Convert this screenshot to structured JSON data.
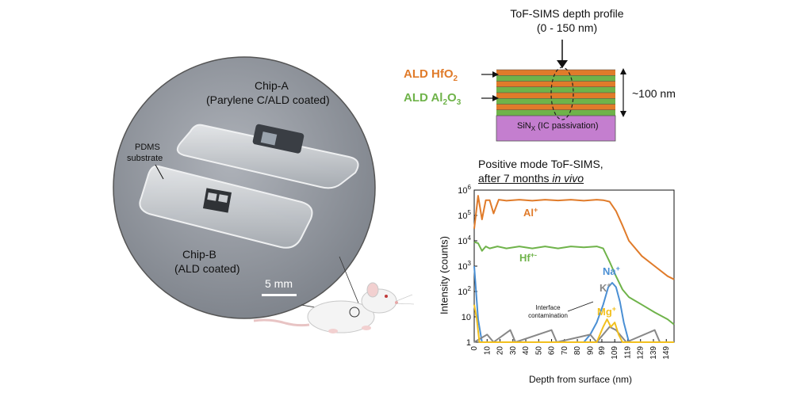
{
  "left_panel": {
    "chip_a_title": "Chip-A",
    "chip_a_sub": "(Parylene C/ALD coated)",
    "pdms_line1": "PDMS",
    "pdms_line2": "substrate",
    "chip_b_title": "Chip-B",
    "chip_b_sub": "(ALD coated)",
    "scale_label": "5 mm"
  },
  "stack": {
    "title_line1": "ToF-SIMS depth profile",
    "title_line2": "(0 - 150 nm)",
    "hfo2_label": "ALD HfO",
    "hfo2_sub": "2",
    "al2o3_label": "ALD Al",
    "al2o3_sub1": "2",
    "al2o3_mid": "O",
    "al2o3_sub2": "3",
    "thickness_label": "~100 nm",
    "sinx_main": "SiN",
    "sinx_sub": "X",
    "sinx_rest": " (IC passivation)",
    "colors": {
      "orange": "#e07b2a",
      "green": "#6fb34a",
      "purple": "#c47ecf"
    }
  },
  "chart_data": {
    "type": "line",
    "title_line1": "Positive mode ToF-SIMS,",
    "title_line2_a": "after 7 months ",
    "title_line2_b": "in vivo",
    "xlabel": "Depth from surface (nm)",
    "ylabel": "Intensity (counts)",
    "log_y": true,
    "xlim": [
      0,
      155
    ],
    "ylim": [
      1,
      1000000
    ],
    "x_ticks": [
      "0",
      "10",
      "20",
      "30",
      "40",
      "50",
      "60",
      "70",
      "80",
      "90",
      "99",
      "109",
      "119",
      "129",
      "139",
      "149"
    ],
    "y_ticks": [
      {
        "v": 1,
        "label": "1"
      },
      {
        "v": 10,
        "label": "10"
      },
      {
        "v": 100,
        "label": "10",
        "sup": "2"
      },
      {
        "v": 1000,
        "label": "10",
        "sup": "3"
      },
      {
        "v": 10000,
        "label": "10",
        "sup": "4"
      },
      {
        "v": 100000,
        "label": "10",
        "sup": "5"
      },
      {
        "v": 1000000,
        "label": "10",
        "sup": "6"
      }
    ],
    "series": [
      {
        "name": "Al",
        "sup": "+",
        "color": "#e07b2a",
        "points": [
          [
            0,
            30000
          ],
          [
            3,
            600000
          ],
          [
            6,
            70000
          ],
          [
            9,
            400000
          ],
          [
            12,
            400000
          ],
          [
            15,
            120000
          ],
          [
            19,
            420000
          ],
          [
            25,
            380000
          ],
          [
            35,
            420000
          ],
          [
            45,
            380000
          ],
          [
            55,
            420000
          ],
          [
            65,
            390000
          ],
          [
            75,
            420000
          ],
          [
            85,
            380000
          ],
          [
            95,
            420000
          ],
          [
            100,
            400000
          ],
          [
            105,
            350000
          ],
          [
            110,
            150000
          ],
          [
            115,
            40000
          ],
          [
            120,
            10000
          ],
          [
            130,
            2500
          ],
          [
            140,
            1000
          ],
          [
            150,
            400
          ],
          [
            155,
            300
          ]
        ]
      },
      {
        "name": "Hf",
        "sup": "+-",
        "color": "#6fb34a",
        "points": [
          [
            0,
            9000
          ],
          [
            3,
            8000
          ],
          [
            6,
            4000
          ],
          [
            9,
            6000
          ],
          [
            12,
            5000
          ],
          [
            18,
            6000
          ],
          [
            25,
            5000
          ],
          [
            35,
            6000
          ],
          [
            45,
            5000
          ],
          [
            55,
            6000
          ],
          [
            65,
            5000
          ],
          [
            75,
            6000
          ],
          [
            85,
            5500
          ],
          [
            95,
            6000
          ],
          [
            100,
            5000
          ],
          [
            105,
            1500
          ],
          [
            110,
            400
          ],
          [
            115,
            120
          ],
          [
            120,
            60
          ],
          [
            130,
            30
          ],
          [
            140,
            15
          ],
          [
            150,
            8
          ],
          [
            155,
            5
          ]
        ]
      },
      {
        "name": "Na",
        "sup": "+",
        "color": "#4a8fd4",
        "points": [
          [
            0,
            1000
          ],
          [
            3,
            8
          ],
          [
            6,
            1
          ],
          [
            85,
            1
          ],
          [
            90,
            2
          ],
          [
            95,
            6
          ],
          [
            100,
            30
          ],
          [
            104,
            150
          ],
          [
            107,
            220
          ],
          [
            110,
            150
          ],
          [
            113,
            40
          ],
          [
            116,
            6
          ],
          [
            120,
            1
          ],
          [
            155,
            1
          ]
        ]
      },
      {
        "name": "K",
        "sup": "+",
        "color": "#888888",
        "points": [
          [
            0,
            1
          ],
          [
            10,
            2
          ],
          [
            15,
            1
          ],
          [
            28,
            3
          ],
          [
            32,
            1
          ],
          [
            60,
            3
          ],
          [
            64,
            1
          ],
          [
            90,
            2
          ],
          [
            95,
            1
          ],
          [
            105,
            4
          ],
          [
            110,
            3
          ],
          [
            118,
            1
          ],
          [
            140,
            3
          ],
          [
            144,
            1
          ],
          [
            155,
            1
          ]
        ]
      },
      {
        "name": "Mg",
        "sup": "+",
        "color": "#f2c01e",
        "points": [
          [
            0,
            30
          ],
          [
            2,
            8
          ],
          [
            4,
            1
          ],
          [
            95,
            1
          ],
          [
            100,
            4
          ],
          [
            103,
            8
          ],
          [
            106,
            4
          ],
          [
            109,
            6
          ],
          [
            112,
            2
          ],
          [
            115,
            1
          ],
          [
            155,
            1
          ]
        ]
      }
    ],
    "annotation_line1": "Interface",
    "annotation_line2": "contamination"
  }
}
